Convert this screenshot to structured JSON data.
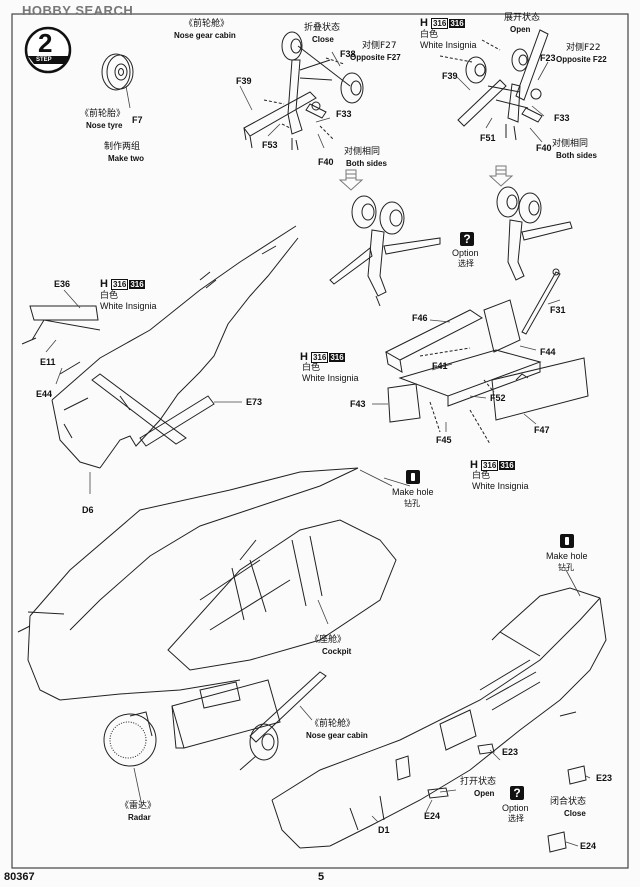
{
  "watermark": "HOBBY SEARCH",
  "step": {
    "label": "STEP",
    "number": "2"
  },
  "nose_tyre": {
    "cn": "《前轮胎》",
    "en": "Nose tyre",
    "part": "F7"
  },
  "make_two": {
    "cn": "制作两组",
    "en": "Make two"
  },
  "nose_gear_cabin_top": {
    "cn": "《前轮舱》",
    "en": "Nose gear cabin"
  },
  "close_state": {
    "cn": "折叠状态",
    "en": "Close"
  },
  "open_state": {
    "cn": "展开状态",
    "en": "Open"
  },
  "opposite_f27": {
    "cn": "对侧F27",
    "en": "Opposite F27"
  },
  "opposite_f22": {
    "cn": "对侧F22",
    "en": "Opposite F22"
  },
  "both_sides_1": {
    "cn": "对侧相同",
    "en": "Both sides"
  },
  "both_sides_2": {
    "cn": "对侧相同",
    "en": "Both sides"
  },
  "option_1": {
    "en": "Option",
    "cn": "选择"
  },
  "option_2": {
    "en": "Option",
    "cn": "选择"
  },
  "make_hole_1": {
    "en": "Make hole",
    "cn": "钻孔"
  },
  "make_hole_2": {
    "en": "Make hole",
    "cn": "钻孔"
  },
  "open_bottom": {
    "cn": "打开状态",
    "en": "Open"
  },
  "close_bottom": {
    "cn": "闭合状态",
    "en": "Close"
  },
  "cockpit": {
    "cn": "《座舱》",
    "en": "Cockpit"
  },
  "nose_gear_cabin_bottom": {
    "cn": "《前轮舱》",
    "en": "Nose gear cabin"
  },
  "radar": {
    "cn": "《雷达》",
    "en": "Radar"
  },
  "paint": {
    "h": "H",
    "c1": "316",
    "c2": "316",
    "cn": "白色",
    "en": "White Insignia"
  },
  "parts": {
    "f38": "F38",
    "f39a": "F39",
    "f33a": "F33",
    "f53": "F53",
    "f40a": "F40",
    "f39b": "F39",
    "f23": "F23",
    "f33b": "F33",
    "f51": "F51",
    "f40b": "F40",
    "e36": "E36",
    "e11": "E11",
    "e44": "E44",
    "e73": "E73",
    "d6": "D6",
    "f31": "F31",
    "f46": "F46",
    "f41": "F41",
    "f44": "F44",
    "f43": "F43",
    "f52": "F52",
    "f45": "F45",
    "f47": "F47",
    "e23a": "E23",
    "e24a": "E24",
    "e23b": "E23",
    "e24b": "E24",
    "d1": "D1"
  },
  "footer": {
    "code": "80367",
    "page": "5"
  }
}
